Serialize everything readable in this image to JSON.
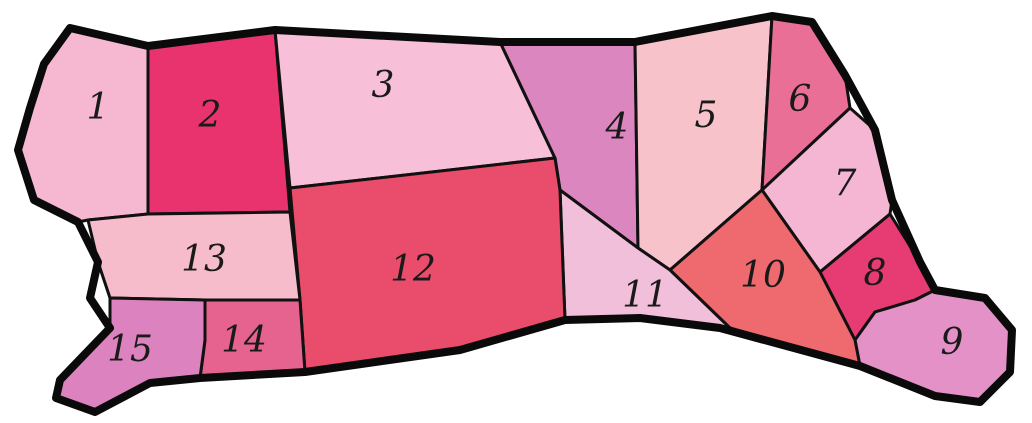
{
  "regions": [
    {
      "label": "1",
      "color": "#f6b8d0"
    },
    {
      "label": "2",
      "color": "#e8336f"
    },
    {
      "label": "3",
      "color": "#f7bfd8"
    },
    {
      "label": "4",
      "color": "#dc86bf"
    },
    {
      "label": "5",
      "color": "#f8c2cb"
    },
    {
      "label": "6",
      "color": "#ea6f97"
    },
    {
      "label": "7",
      "color": "#f4b6d2"
    },
    {
      "label": "8",
      "color": "#e63b73"
    },
    {
      "label": "9",
      "color": "#e391c6"
    },
    {
      "label": "10",
      "color": "#ee6a6e"
    },
    {
      "label": "11",
      "color": "#f1bfd9"
    },
    {
      "label": "12",
      "color": "#ea4c6c"
    },
    {
      "label": "13",
      "color": "#f6bccb"
    },
    {
      "label": "14",
      "color": "#e6628f"
    },
    {
      "label": "15",
      "color": "#dc83bf"
    }
  ]
}
